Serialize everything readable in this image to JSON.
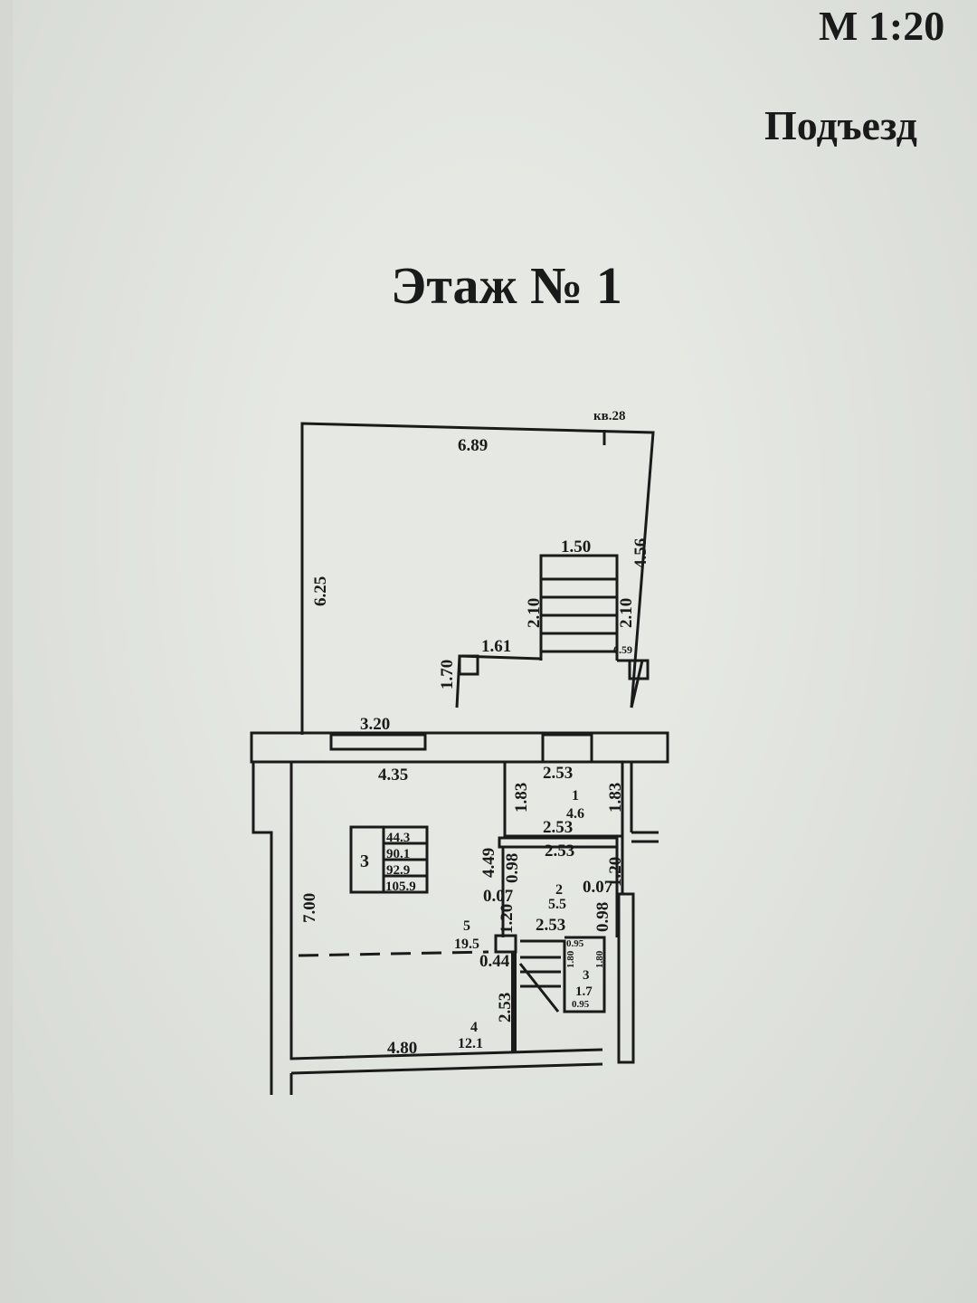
{
  "header": {
    "scale": "М 1:20",
    "entrance": "Подъезд",
    "floor_title": "Этаж № 1"
  },
  "plan": {
    "apartment_label": "кв.28",
    "dims": {
      "top": "6.89",
      "left_upper": "6.25",
      "right_upper": "4.56",
      "stair_width": "1.50",
      "stair_left": "2.10",
      "stair_right": "2.10",
      "landing": "1.61",
      "small_right": "0.59",
      "landing_h": "1.70",
      "wall_upper": "3.20",
      "room_width": "4.35",
      "room1_top": "2.53",
      "room1_left": "1.83",
      "room1_right": "1.83",
      "room1_bottom": "2.53",
      "room2_top": "2.53",
      "corr_len": "4.49",
      "corr_098": "0.98",
      "r2_right_120": "1.20",
      "r2_left_007": "0.07",
      "r2_right_007": "0.07",
      "r2_left_120": "1.20",
      "r2_bottom": "2.53",
      "r2_right_098": "0.98",
      "small_095_top": "0.95",
      "small_180_l": "1.80",
      "small_180_r": "1.80",
      "small_095_bottom": "0.95",
      "step_044": "0.44",
      "lower_253": "2.53",
      "left_total": "7.00",
      "bottom": "4.80"
    },
    "rooms": [
      {
        "num": "1",
        "area": "4.6"
      },
      {
        "num": "2",
        "area": "5.5"
      },
      {
        "num": "3",
        "area": "1.7"
      },
      {
        "num": "5",
        "area": "19.5"
      },
      {
        "num": "4",
        "area": "12.1"
      }
    ],
    "summary": {
      "apartment": "3",
      "values": [
        "44.3",
        "90.1",
        "92.9",
        "105.9"
      ]
    }
  }
}
